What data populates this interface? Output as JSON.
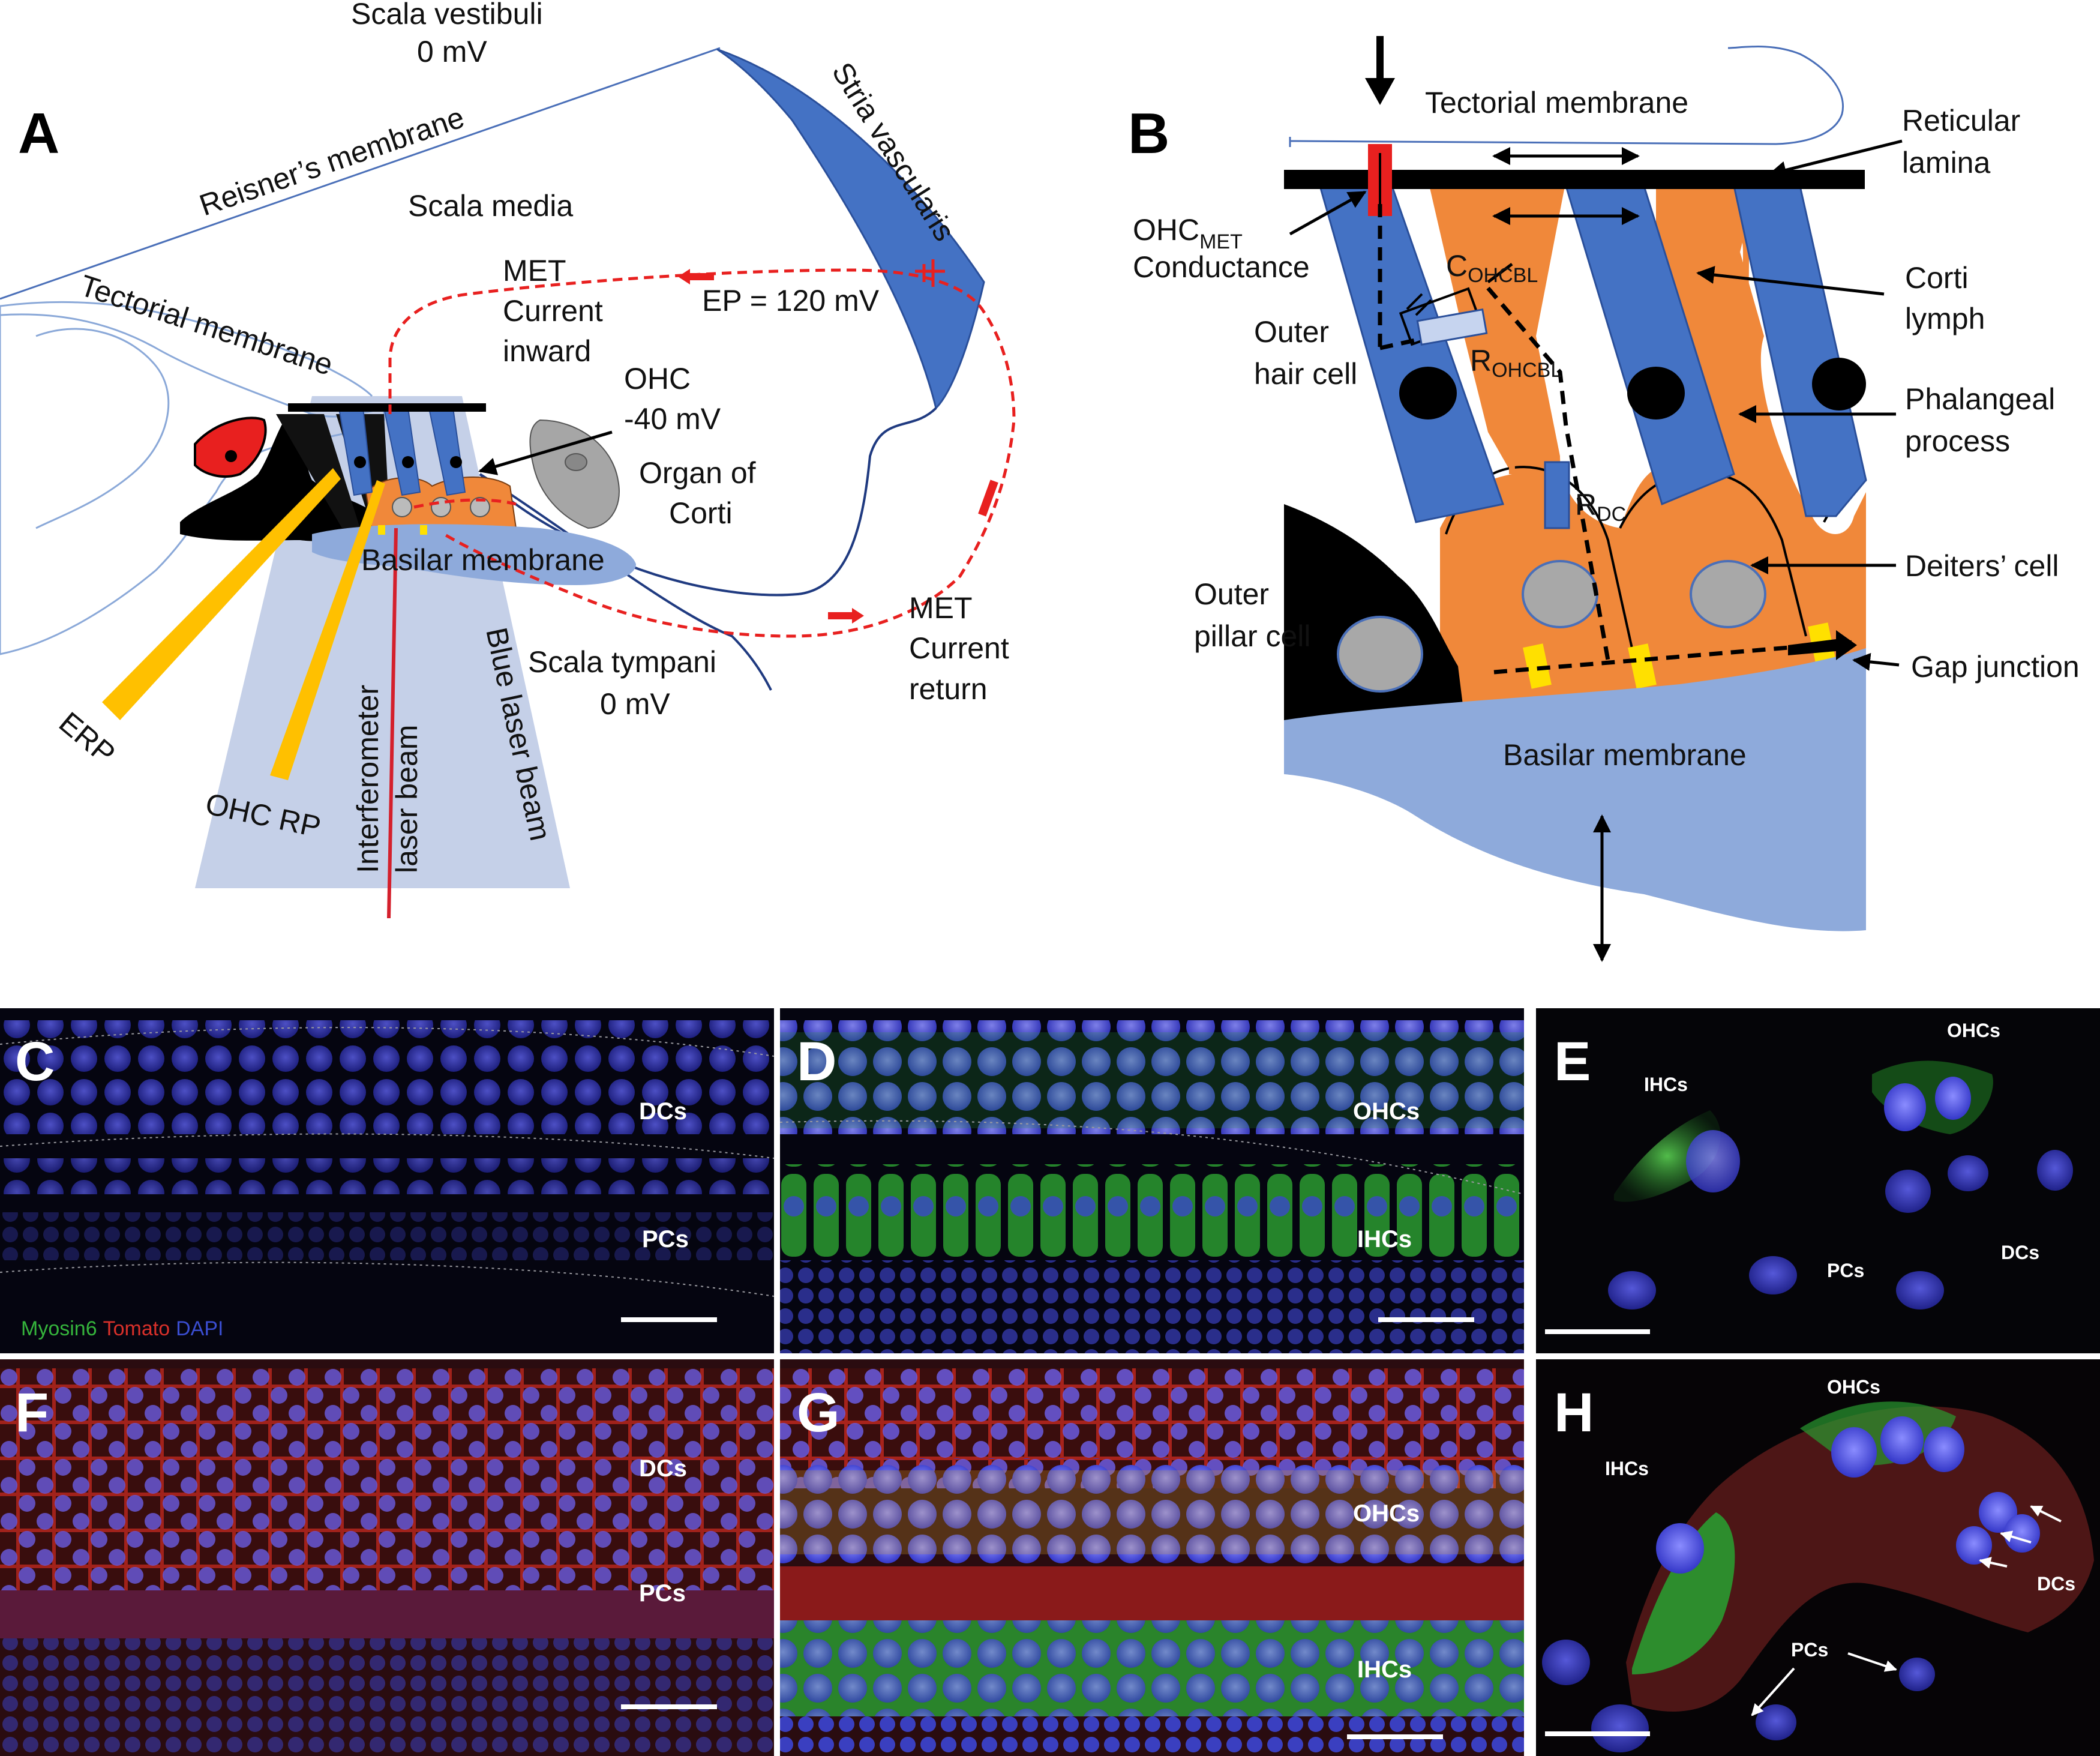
{
  "panelA": {
    "letter": "A",
    "scala_vestibuli": "Scala vestibuli",
    "scala_vestibuli_mv": "0 mV",
    "reisner": "Reisner’s membrane",
    "scala_media": "Scala media",
    "stria": "Stria vascularis",
    "tectorial": "Tectorial membrane",
    "met_inward": [
      "MET",
      "Current",
      "inward"
    ],
    "ep": "EP = 120 mV",
    "ohc": [
      "OHC",
      "-40 mV"
    ],
    "organ": [
      "Organ of",
      "Corti"
    ],
    "basilar": "Basilar membrane",
    "met_return": [
      "MET",
      "Current",
      "return"
    ],
    "scala_tympani": [
      "Scala tympani",
      "0 mV"
    ],
    "erp": "ERP",
    "ohc_rp": "OHC RP",
    "interferometer": [
      "Interferometer",
      "laser beam"
    ],
    "blue_laser": "Blue laser beam"
  },
  "panelB": {
    "letter": "B",
    "tectorial": "Tectorial membrane",
    "reticular": [
      "Reticular",
      "lamina"
    ],
    "ohc_met": "OHC",
    "ohc_met_sub": "MET",
    "conductance": "Conductance",
    "c_label": "C",
    "c_sub": "OHCBL",
    "r_label": "R",
    "r_sub": "OHCBL",
    "rdc_label": "R",
    "rdc_sub": "DC",
    "outer_hair_cell": [
      "Outer",
      "hair cell"
    ],
    "corti_lymph": [
      "Corti",
      "lymph"
    ],
    "phalangeal": [
      "Phalangeal",
      "process"
    ],
    "deiters": "Deiters’ cell",
    "outer_pillar": [
      "Outer",
      "pillar cell"
    ],
    "gap_junction": "Gap junction",
    "basilar": "Basilar membrane"
  },
  "micrographs": {
    "C": {
      "letter": "C",
      "labels": [
        "DCs",
        "PCs"
      ],
      "legend": {
        "myosin": "Myosin6",
        "tomato": "Tomato",
        "dapi": "DAPI"
      }
    },
    "D": {
      "letter": "D",
      "labels": [
        "OHCs",
        "IHCs"
      ]
    },
    "E": {
      "letter": "E",
      "labels": [
        "IHCs",
        "OHCs",
        "PCs",
        "DCs"
      ]
    },
    "F": {
      "letter": "F",
      "labels": [
        "DCs",
        "PCs"
      ]
    },
    "G": {
      "letter": "G",
      "labels": [
        "OHCs",
        "IHCs"
      ]
    },
    "H": {
      "letter": "H",
      "labels": [
        "IHCs",
        "OHCs",
        "DCs",
        "PCs"
      ]
    }
  },
  "colors": {
    "cell_blue": "#4a72c4",
    "deiters_orange": "#f0883a",
    "basilar_blue": "#8eaadb",
    "laser_yellow": "#ffc000",
    "met_red": "#e8201f",
    "myosin_green": "#35b43c",
    "tomato_red": "#d8302a",
    "dapi_blue": "#3a4dcf"
  }
}
